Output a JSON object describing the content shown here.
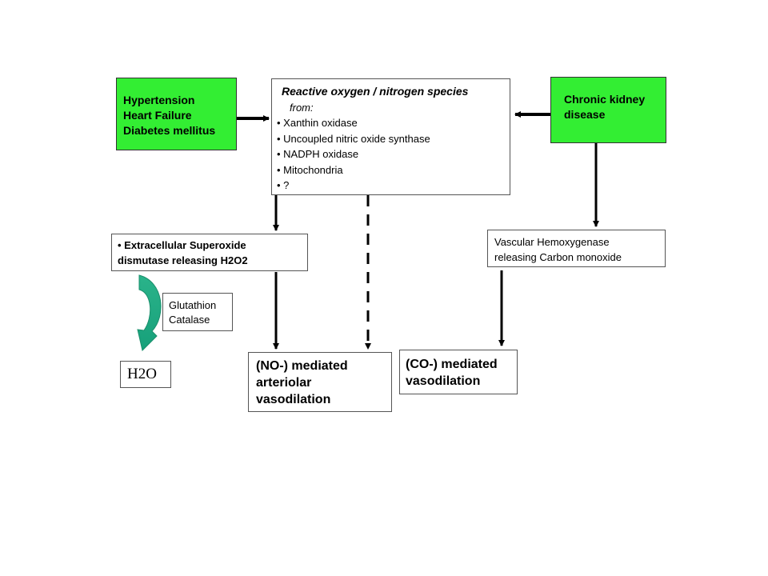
{
  "left_conditions": {
    "lines": [
      "Hypertension",
      "Heart Failure",
      "Diabetes mellitus"
    ],
    "color": "#33ee33"
  },
  "right_condition": {
    "lines": [
      "Chronic kidney",
      "disease"
    ],
    "color": "#33ee33"
  },
  "ros_box": {
    "title": "Reactive oxygen / nitrogen species",
    "from_label": "from:",
    "sources": [
      "• Xanthin oxidase",
      "• Uncoupled nitric oxide synthase",
      "• NADPH oxidase",
      "• Mitochondria",
      "• ?"
    ]
  },
  "sod_box": {
    "lines": [
      "• Extracellular Superoxide",
      "dismutase releasing H2O2"
    ]
  },
  "enzymes_box": {
    "lines": [
      "Glutathion",
      "Catalase"
    ]
  },
  "h2o_box": {
    "label": "H2O"
  },
  "ho_box": {
    "lines": [
      "Vascular Hemoxygenase",
      "releasing Carbon monoxide"
    ]
  },
  "no_box": {
    "lines": [
      "(NO-) mediated",
      "arteriolar",
      "vasodilation"
    ]
  },
  "co_box": {
    "lines": [
      "(CO-) mediated",
      "vasodilation"
    ]
  },
  "colors": {
    "curved_arrow": "#2ab38a",
    "arrow": "#000000"
  }
}
